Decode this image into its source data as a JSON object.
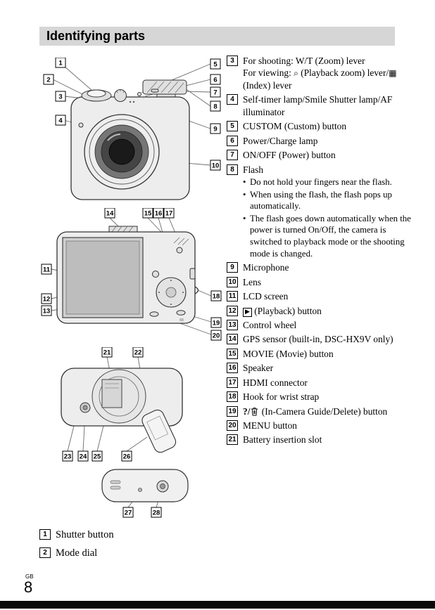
{
  "header": {
    "title": "Identifying parts"
  },
  "misc": {
    "bullet": "•"
  },
  "callout_labels": [
    "1",
    "2",
    "3",
    "4",
    "5",
    "6",
    "7",
    "8",
    "9",
    "10",
    "11",
    "12",
    "13",
    "14",
    "15",
    "16",
    "17",
    "18",
    "19",
    "20",
    "21",
    "22",
    "23",
    "24",
    "25",
    "26",
    "27",
    "28"
  ],
  "right_list": [
    {
      "num": "3",
      "line1": "For shooting: W/T (Zoom) lever",
      "line2_pre": "For viewing: ",
      "zoom_icon": "⌕",
      "line2_mid": " (Playback zoom) lever/",
      "index_icon": "▦",
      "line2_post": " (Index) lever"
    },
    {
      "num": "4",
      "text": "Self-timer lamp/Smile Shutter lamp/AF illuminator"
    },
    {
      "num": "5",
      "text": "CUSTOM (Custom) button"
    },
    {
      "num": "6",
      "text": "Power/Charge lamp"
    },
    {
      "num": "7",
      "text": "ON/OFF (Power) button"
    },
    {
      "num": "8",
      "text": "Flash",
      "bullets": [
        "Do not hold your fingers near the flash.",
        "When using the flash, the flash pops up automatically.",
        "The flash goes down automatically when the power is turned On/Off, the camera is switched to playback mode or the shooting mode is changed."
      ]
    },
    {
      "num": "9",
      "text": "Microphone"
    },
    {
      "num": "10",
      "text": "Lens"
    },
    {
      "num": "11",
      "text": "LCD screen"
    },
    {
      "num": "12",
      "play_icon": "▶",
      "text": " (Playback) button"
    },
    {
      "num": "13",
      "text": "Control wheel"
    },
    {
      "num": "14",
      "text": "GPS sensor (built-in, DSC-HX9V only)"
    },
    {
      "num": "15",
      "text": "MOVIE (Movie) button"
    },
    {
      "num": "16",
      "text": "Speaker"
    },
    {
      "num": "17",
      "text": "HDMI connector"
    },
    {
      "num": "18",
      "text": "Hook for wrist strap"
    },
    {
      "num": "19",
      "prefix": "?/",
      "suffix": " (In-Camera Guide/Delete) button"
    },
    {
      "num": "20",
      "text": "MENU button"
    },
    {
      "num": "21",
      "text": "Battery insertion slot"
    }
  ],
  "bottom_list": [
    {
      "num": "1",
      "text": "Shutter button"
    },
    {
      "num": "2",
      "text": "Mode dial"
    }
  ],
  "footer": {
    "lang": "GB",
    "page": "8"
  }
}
